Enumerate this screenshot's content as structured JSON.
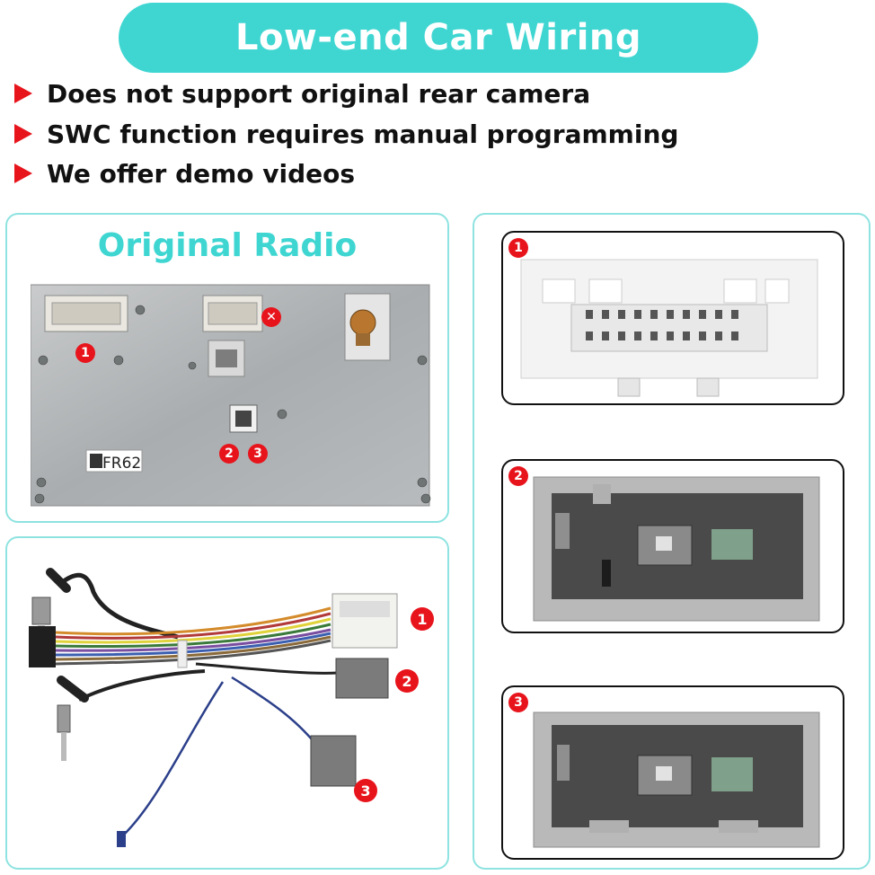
{
  "title": "Low-end Car Wiring",
  "bullets": [
    "Does not support original rear camera",
    "SWC function requires manual programming",
    "We offer demo videos"
  ],
  "original_radio": {
    "title": "Original Radio",
    "label": "FR62",
    "markers": [
      "1",
      "2",
      "3"
    ]
  },
  "harness": {
    "markers": [
      "1",
      "2",
      "3"
    ]
  },
  "connectors": [
    {
      "badge": "1"
    },
    {
      "badge": "2"
    },
    {
      "badge": "3"
    }
  ],
  "colors": {
    "accent": "#3fd6d2",
    "bullet": "#e8141c",
    "badge": "#e8141c"
  }
}
